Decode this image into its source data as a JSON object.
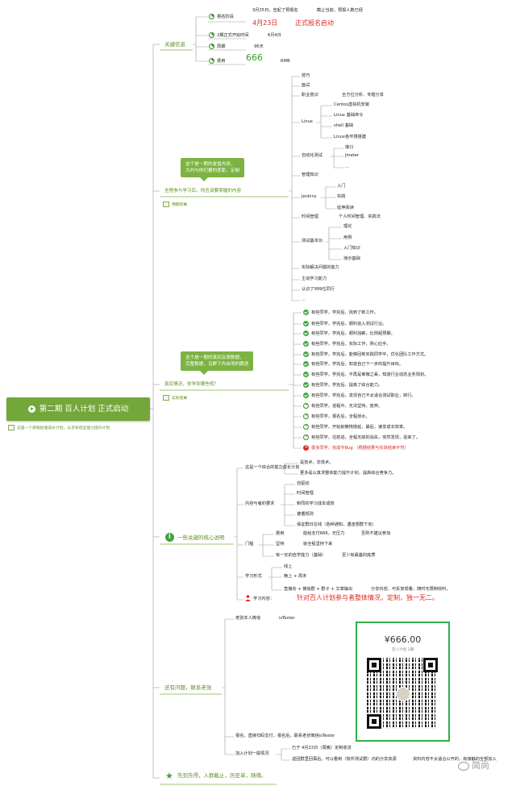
{
  "root": {
    "title": "第二期 百人计划 正式启动",
    "note": "这是一个新规加速成长计划，从求系统全能力提升计划"
  },
  "branch1": {
    "label": "关键信息",
    "items": [
      {
        "label": "报名阶段",
        "detail1": "3月25日，宣起了预报名",
        "detail2": "截止当前，预报人数已经",
        "date": "4月23日",
        "start": "正式报名启动"
      },
      {
        "label": "2期正式开始时间",
        "value": "6月4日"
      },
      {
        "label": "周期",
        "value": "96天"
      },
      {
        "label": "费用",
        "value": "666",
        "unit": "RMB"
      }
    ]
  },
  "branch2": {
    "label": "全程参与学习后，你应该要掌握的内容",
    "callout": [
      "这个是一期的复盘内容，",
      "大约与你们要的差距，定制"
    ],
    "note": "预期结果",
    "items": [
      "技巧",
      "面试",
      "职业意识",
      "Linux",
      "自动化测试",
      "管理知识",
      "Jenkins",
      "时间管理",
      "测试基本功",
      "实际解决问题的能力",
      "主动学习能力",
      "认识了999位同行",
      "..."
    ],
    "career_detail": "全方位分析、专题分享",
    "linux_items": [
      "Centos虚拟机安装",
      "Linux 基础命令",
      "shell 基础",
      "Linux各环境搭建"
    ],
    "auto_items": [
      "接口",
      "Jmeter",
      "..."
    ],
    "jenkins_items": [
      "入门",
      "实践",
      "延伸阅读"
    ],
    "time_detail": "个人时间管理、实践法",
    "basic_items": [
      "理论",
      "用例",
      "入门知识",
      "演示基础"
    ]
  },
  "branch3": {
    "label": "真实情况，你学到哪些呢？",
    "callout": [
      "这个是一期的真实反馈数据，",
      "完整数据，见群下内由项的跟进"
    ],
    "note": "实际结果",
    "items": [
      "有些同学，学完后，找到了新工作。",
      "有些同学，学完后，顺利进入测试行业。",
      "有些同学，学完后，顺利加薪，比例超预期。",
      "有些同学，学完后，实际工作，熟心应手。",
      "有些同学，学完后，能够回到实践同学中，优化团队工作方式。",
      "有些同学，学完后，知道自己下一步的提升目标。",
      "有些同学，学完后，不再是卑微之辈，知道行业动态业务规划。",
      "有些同学，学完后，提高了综合能力。",
      "有些同学，学完后，发现自己不太适合测试职业，转行。",
      "有些同学，进程中，无法坚持，放弃。",
      "有些同学，报名后，全程划水。",
      "有些同学，开始就懒惰拖延，最后，速享成长效率。",
      "有些同学，往前进，全程无故的消失，突然发现，进来了。",
      "很多同学，完成今Bug （根据结果与实际结束不符）"
    ]
  },
  "branch4": {
    "label": "一些关键的核心说明",
    "intro": "这是一个综合的能力成长计划",
    "intro_items": [
      "是技术，非技术。",
      "更多是认真求整体能力提升计划，提高综合竞争力。"
    ],
    "reqs_label": "内容与者的要求",
    "reqs": [
      "自驱动",
      "时间管理",
      "新同的学习成本成效",
      "遵循规则",
      "保证群日在线（各种通知，遇逢想群下克）"
    ],
    "door_label": "门槛",
    "fee_label": "费用",
    "fee_detail": "能给支付666，无压力",
    "fee_note": "否则不建议参加",
    "stance_label": "坚持",
    "stance_detail": "就全程坚持下来",
    "basics": "有一定的自学能力（基础）",
    "basics_note": "至少有最基的底质",
    "mode_label": "学习形式",
    "mode_items": [
      "线上",
      "晚上 + 周末",
      "直播向 + 微信群 + 群子 + 文章输出"
    ],
    "mode_note": "分享内容，可反复观看，随时无限制收听。",
    "learn_label": "学习内容：",
    "learn_text": "针对百人计划参与者整体情况，定制，独一无二。"
  },
  "branch5": {
    "label": "还有问题，联系老张",
    "contact_label": "老张本人微信",
    "contact_id": "isTester",
    "pay_amount": "¥666.00",
    "pay_sub": "百人计划 2期",
    "signup": "报名，直接扫码支付，报名后，联系老张微信isTester",
    "process_label": "加入计划一般情况",
    "process1": "已于 4月23日（周晚）定制收货",
    "process2": "返回群里回事后，可以看到（软件测试群）内的分享资源",
    "process3": "资料内容不太适合公开的，有接触的全部加入"
  },
  "branch6": {
    "label": "先到先得，入群截止，历史单，随缘。"
  },
  "watermark": "简尚"
}
